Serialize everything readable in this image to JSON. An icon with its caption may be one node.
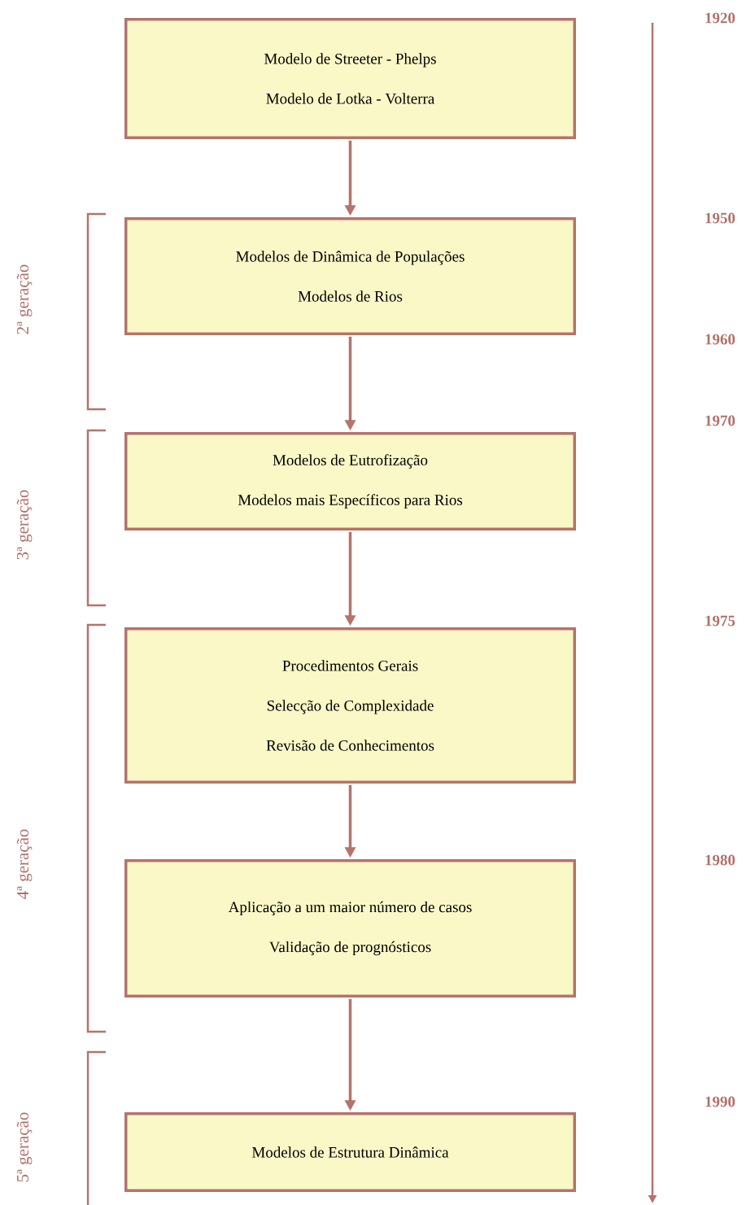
{
  "diagram": {
    "nodes": [
      {
        "text": [
          "Modelo de Streeter - Phelps",
          "Modelo de Lotka - Volterra"
        ]
      },
      {
        "text": [
          "Modelos de Dinâmica de Populações",
          "Modelos de Rios"
        ]
      },
      {
        "text": [
          "Modelos de Eutrofização",
          "Modelos mais Específicos para Rios"
        ]
      },
      {
        "text": [
          "Procedimentos Gerais",
          "Selecção de Complexidade",
          "Revisão de Conhecimentos"
        ]
      },
      {
        "text": [
          "Aplicação a um maior número de casos",
          "Validação de prognósticos"
        ]
      },
      {
        "text": [
          "Modelos de Estrutura Dinâmica"
        ]
      }
    ],
    "edges": [
      {
        "from": 0,
        "to": 1,
        "arrow": "to"
      },
      {
        "from": 1,
        "to": 2,
        "arrow": "to"
      },
      {
        "from": 2,
        "to": 3,
        "arrow": "to"
      },
      {
        "from": 3,
        "to": 4,
        "arrow": "to"
      },
      {
        "from": 4,
        "to": 5,
        "arrow": "to"
      }
    ],
    "labels": [
      "1920",
      "1950",
      "2ª geração",
      "1960",
      "1970",
      "3ª geração",
      "1975",
      "4ª geração",
      "1980",
      "5ª geração",
      "1990"
    ]
  }
}
